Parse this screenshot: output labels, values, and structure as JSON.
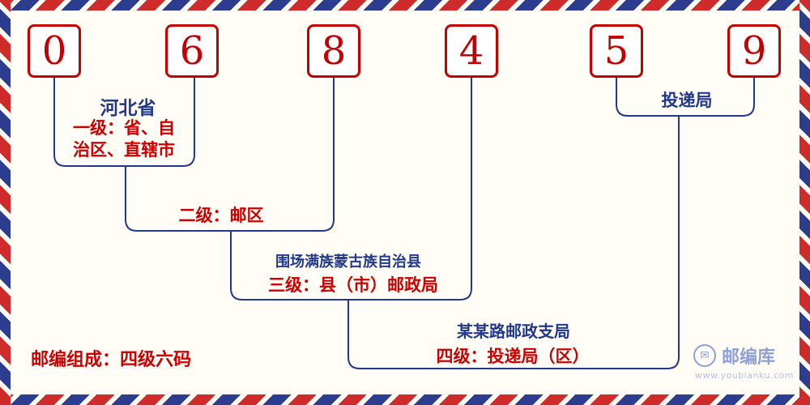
{
  "postal": {
    "digits": [
      "0",
      "6",
      "8",
      "4",
      "5",
      "9"
    ]
  },
  "annotations": {
    "level1": {
      "region": "河北省",
      "label": "一级：省、自治区、直辖市"
    },
    "level2": {
      "label": "二级：邮区"
    },
    "level3": {
      "place": "围场满族蒙古族自治县",
      "label": "三级：县（市）邮政局"
    },
    "level4": {
      "place": "某某路邮政支局",
      "label": "四级：投递局（区）"
    },
    "delivery": {
      "label": "投递局"
    }
  },
  "footer": {
    "composition": "邮编组成：四级六码"
  },
  "brand": {
    "name": "邮编库",
    "url": "www.youbianku.com"
  },
  "icons": {
    "envelope": "✉"
  },
  "colors": {
    "digit_red": "#c50000",
    "label_red": "#cc0000",
    "line_blue": "#21388c",
    "border_red": "#cf2b2b",
    "border_blue": "#2c3c8f",
    "brand_blue": "#8fa0d8",
    "background": "#fffdf6"
  }
}
